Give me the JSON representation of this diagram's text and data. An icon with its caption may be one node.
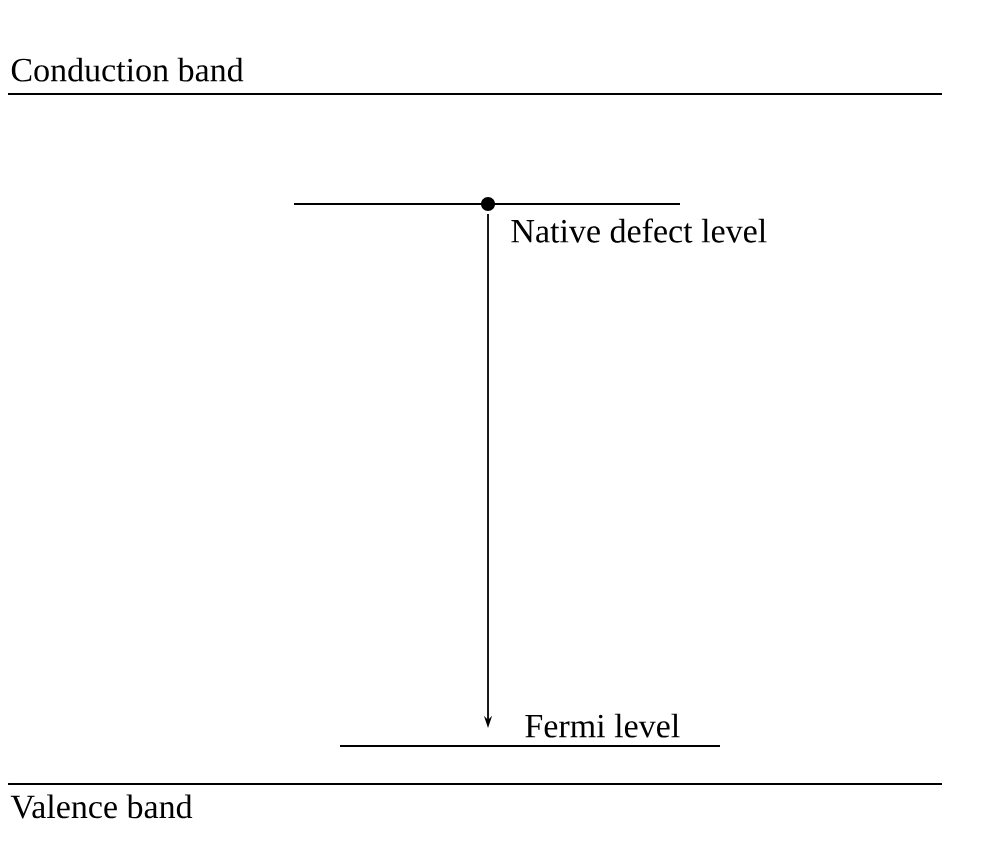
{
  "diagram": {
    "nodes": [
      {
        "text": [
          "Conduction band"
        ]
      },
      {
        "text": [
          "Native defect level"
        ]
      },
      {
        "text": [
          "Fermi level"
        ]
      },
      {
        "text": [
          "Valence band"
        ]
      }
    ],
    "edges": [
      {
        "from": 1,
        "to": 2,
        "arrow": "to"
      }
    ]
  }
}
